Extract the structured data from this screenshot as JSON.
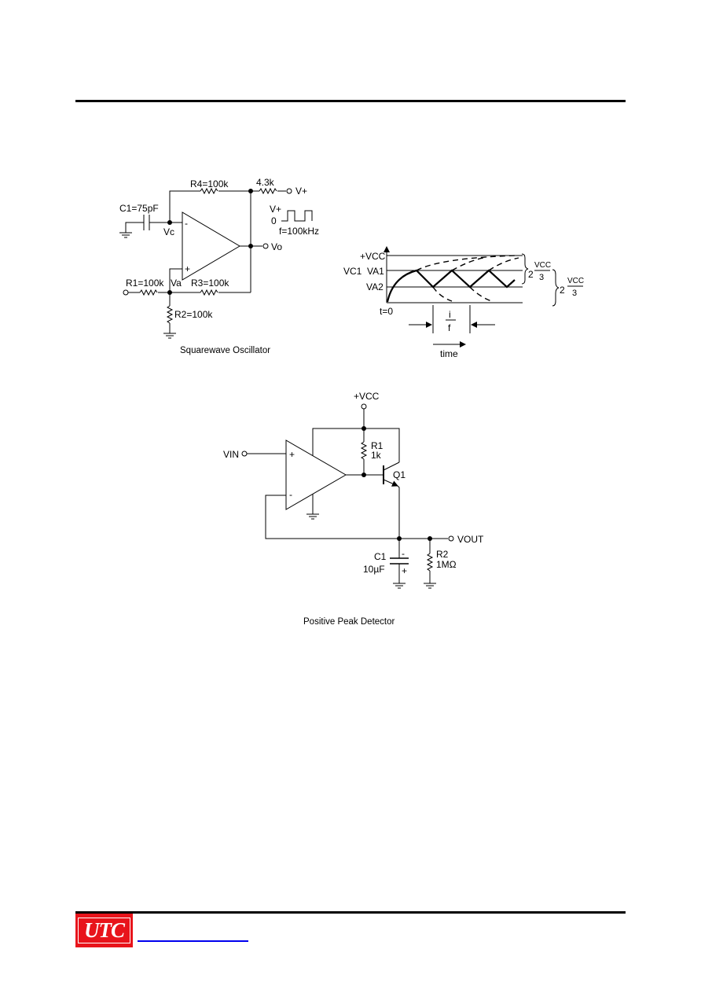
{
  "oscillator": {
    "caption": "Squarewave Oscillator",
    "r4": "R4=100k",
    "r_pullup": "4.3k",
    "v_plus": "V+",
    "c1": "C1=75pF",
    "vc": "Vc",
    "minus": "-",
    "plus": "+",
    "vo": "Vo",
    "r1": "R1=100k",
    "va": "Va",
    "r3": "R3=100k",
    "r2": "R2=100k",
    "wave_vplus": "V+",
    "wave_zero": "0",
    "freq": "f=100kHz"
  },
  "timing": {
    "vcc": "+VCC",
    "vc1": "VC1",
    "va1": "VA1",
    "va2": "VA2",
    "t0": "t=0",
    "period_num": "i",
    "period_den": "f",
    "time": "time",
    "brace1_coef": "2",
    "brace1_num": "VCC",
    "brace1_den": "3",
    "brace2_coef": "2",
    "brace2_num": "VCC",
    "brace2_den": "3"
  },
  "detector": {
    "caption": "Positive Peak Detector",
    "vcc": "+VCC",
    "vin": "VIN",
    "plus": "+",
    "minus": "-",
    "r1": "R1",
    "r1_val": "1k",
    "q1": "Q1",
    "c1": "C1",
    "c1_val": "10µF",
    "c_minus": "-",
    "c_plus": "+",
    "r2": "R2",
    "r2_val": "1MΩ",
    "vout": "VOUT"
  },
  "footer": {
    "logo": "UTC"
  }
}
